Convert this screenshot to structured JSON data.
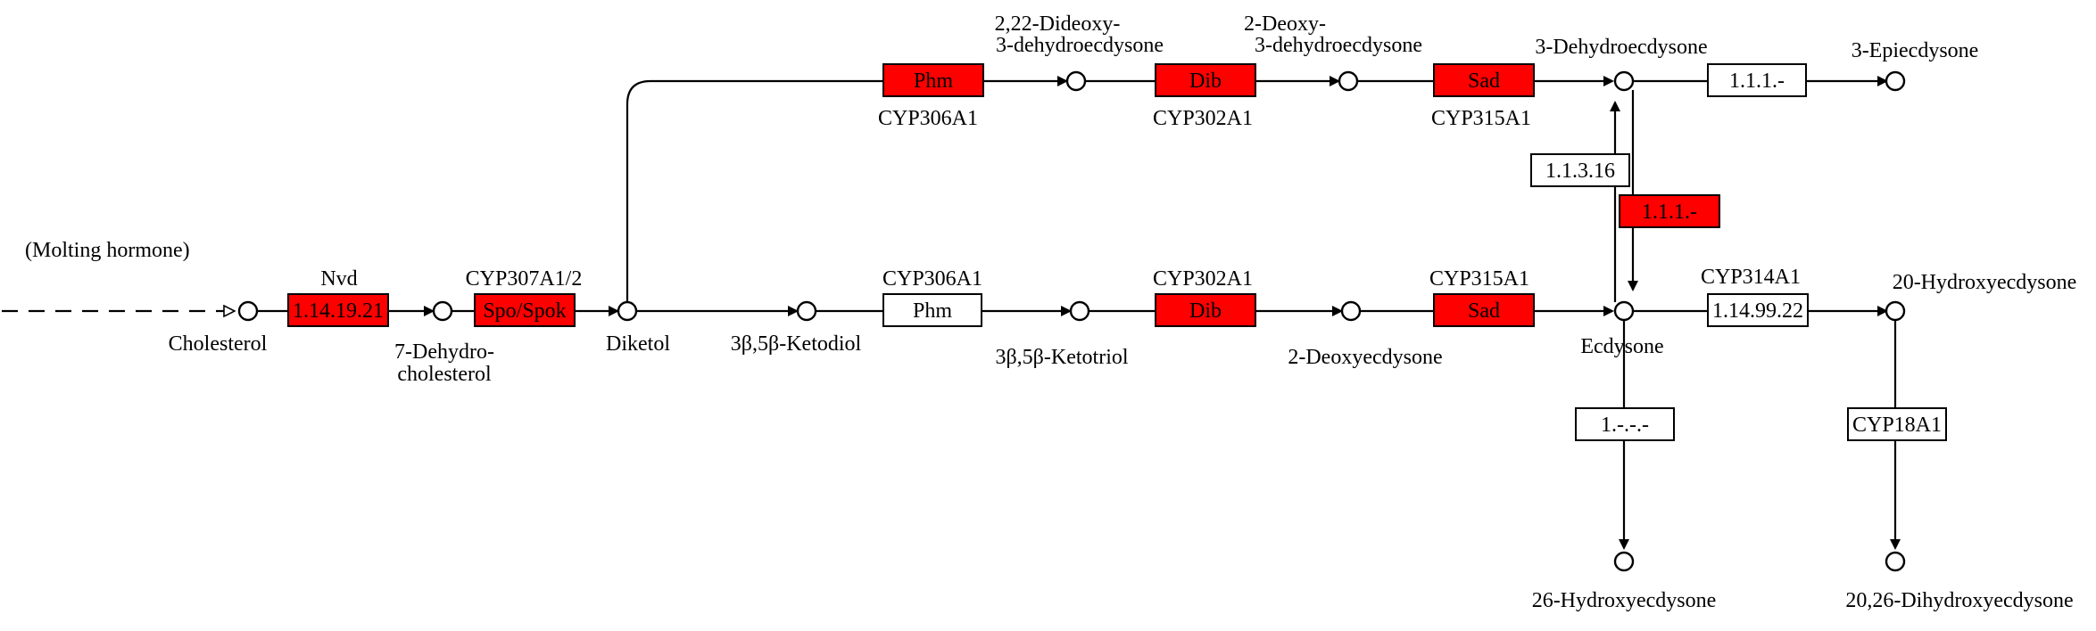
{
  "colors": {
    "highlight": "#ff0000",
    "normal": "#ffffff",
    "line": "#000000"
  },
  "compounds": {
    "molting_hormone": "(Molting hormone)",
    "cholesterol": "Cholesterol",
    "dehydrocholesterol_1": "7-Dehydro-",
    "dehydrocholesterol_2": "cholesterol",
    "diketol": "Diketol",
    "ketodiol": "3β,5β-Ketodiol",
    "ketotriol": "3β,5β-Ketotriol",
    "deoxyecdysone": "2-Deoxyecdysone",
    "ecdysone": "Ecdysone",
    "hydroxyecdysone": "20-Hydroxyecdysone",
    "dideoxy_1": "2,22-Dideoxy-",
    "dideoxy_2": "3-dehydroecdysone",
    "deoxy_dehydro_1": "2-Deoxy-",
    "deoxy_dehydro_2": "3-dehydroecdysone",
    "dehydroecdysone": "3-Dehydroecdysone",
    "epiecdysone": "3-Epiecdysone",
    "hydroxy26": "26-Hydroxyecdysone",
    "dihydroxy": "20,26-Dihydroxyecdysone"
  },
  "enzymes": {
    "nvd": {
      "box": "1.14.19.21",
      "label": "Nvd",
      "highlighted": true
    },
    "spok": {
      "box": "Spo/Spok",
      "label": "CYP307A1/2",
      "highlighted": true
    },
    "phm_lower": {
      "box": "Phm",
      "label": "CYP306A1",
      "highlighted": false
    },
    "dib_lower": {
      "box": "Dib",
      "label": "CYP302A1",
      "highlighted": true
    },
    "sad_lower": {
      "box": "Sad",
      "label": "CYP315A1",
      "highlighted": true
    },
    "cyp314": {
      "box": "1.14.99.22",
      "label": "CYP314A1",
      "highlighted": false
    },
    "phm_upper": {
      "box": "Phm",
      "label": "CYP306A1",
      "highlighted": true
    },
    "dib_upper": {
      "box": "Dib",
      "label": "CYP302A1",
      "highlighted": true
    },
    "sad_upper": {
      "box": "Sad",
      "label": "CYP315A1",
      "highlighted": true
    },
    "ec_1_1_1_top": {
      "box": "1.1.1.-",
      "highlighted": false
    },
    "ec_1_1_3_16": {
      "box": "1.1.3.16",
      "highlighted": false
    },
    "ec_1_1_1_red": {
      "box": "1.1.1.-",
      "highlighted": true
    },
    "ec_unknown": {
      "box": "1.-.-.-",
      "highlighted": false
    },
    "cyp18": {
      "box": "CYP18A1",
      "highlighted": false
    }
  }
}
